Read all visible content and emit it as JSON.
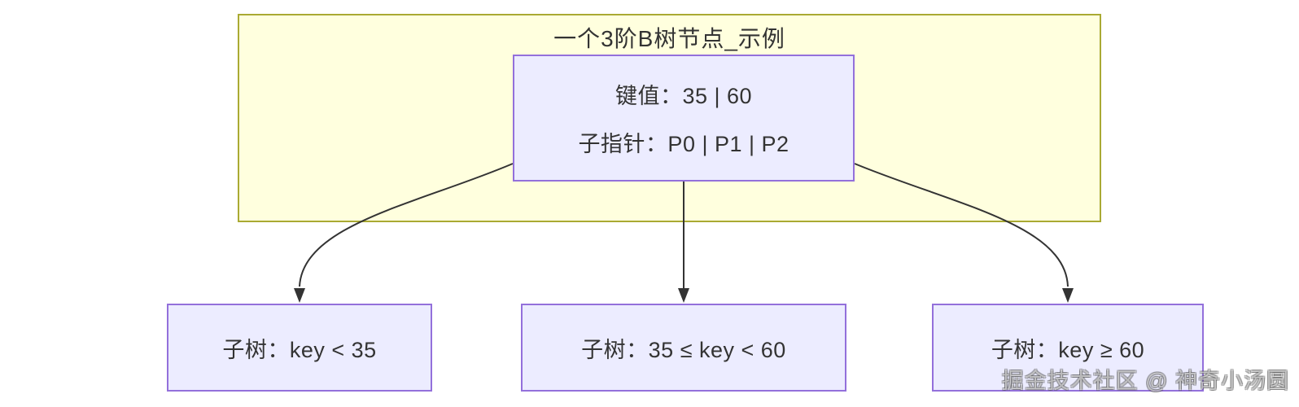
{
  "colors": {
    "subgraph_fill": "#ffffde",
    "subgraph_border": "#aaaa33",
    "node_fill": "#ececff",
    "node_border": "#9370db",
    "edge": "#333333",
    "text": "#333333"
  },
  "diagram": {
    "subgraph_title": "一个3阶B树节点_示例",
    "root_node": {
      "keys_line": "键值：35 | 60",
      "pointers_line": "子指针：P0 | P1 | P2"
    },
    "children": [
      {
        "label": "子树：key < 35"
      },
      {
        "label": "子树：35 ≤ key < 60"
      },
      {
        "label": "子树：key ≥ 60"
      }
    ]
  },
  "watermark": {
    "text": "掘金技术社区 @ 神奇小汤圆"
  }
}
